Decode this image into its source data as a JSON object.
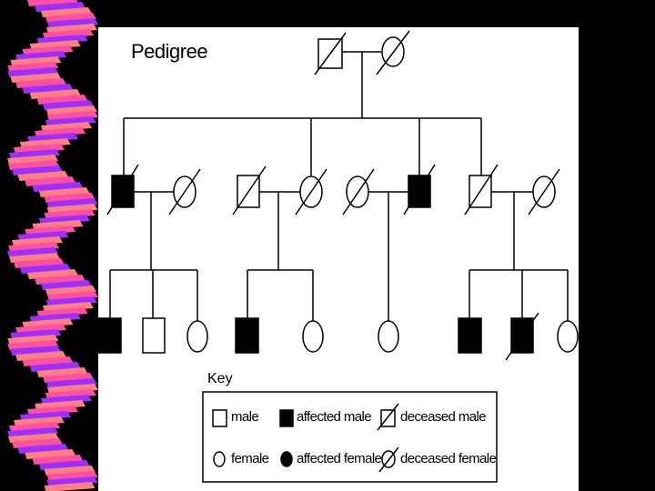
{
  "title": "Pedigree",
  "key": {
    "title": "Key",
    "male": "male",
    "affected_male": "affected male",
    "deceased_male": "deceased male",
    "female": "female",
    "affected_female": "affected female",
    "deceased_female": "deceased female"
  },
  "colors": {
    "background": "#000000",
    "slide": "#ffffff",
    "ink": "#000000",
    "ribbon_pink": "#ff4fa0",
    "ribbon_purple": "#9b30ff",
    "ribbon_salmon": "#ff8080"
  }
}
